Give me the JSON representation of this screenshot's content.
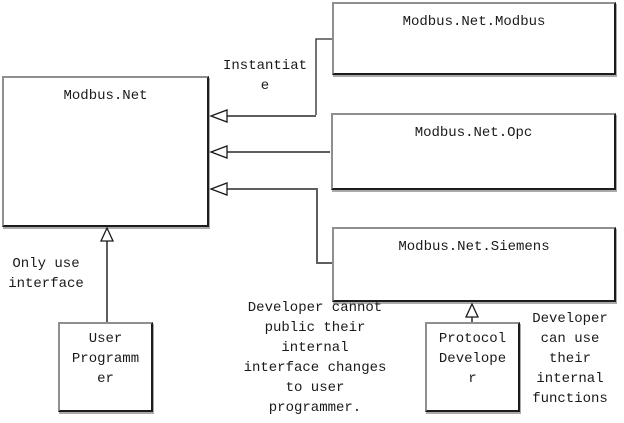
{
  "diagram": {
    "boxes": {
      "modbus_net": {
        "label": "Modbus.Net"
      },
      "modbus_net_modbus": {
        "label": "Modbus.Net.Modbus"
      },
      "modbus_net_opc": {
        "label": "Modbus.Net.Opc"
      },
      "modbus_net_siemens": {
        "label": "Modbus.Net.Siemens"
      },
      "user_programmer": {
        "label": "User\nProgramm\ner"
      },
      "protocol_developer": {
        "label": "Protocol\nDevelope\nr"
      }
    },
    "labels": {
      "instantiate": "Instantiat\ne",
      "only_use_interface": "Only use\ninterface",
      "developer_cannot": "Developer cannot\npublic their\ninternal\ninterface changes\nto user\nprogrammer.",
      "developer_can_use": "Developer\ncan use\ntheir\ninternal\nfunctions"
    },
    "colors": {
      "background": "#ffffff",
      "box_border_dark": "#1c1c1c",
      "box_border_light": "#8f8f8f",
      "connector_line": "#5e5e5e",
      "text": "#1a1a1a"
    }
  }
}
